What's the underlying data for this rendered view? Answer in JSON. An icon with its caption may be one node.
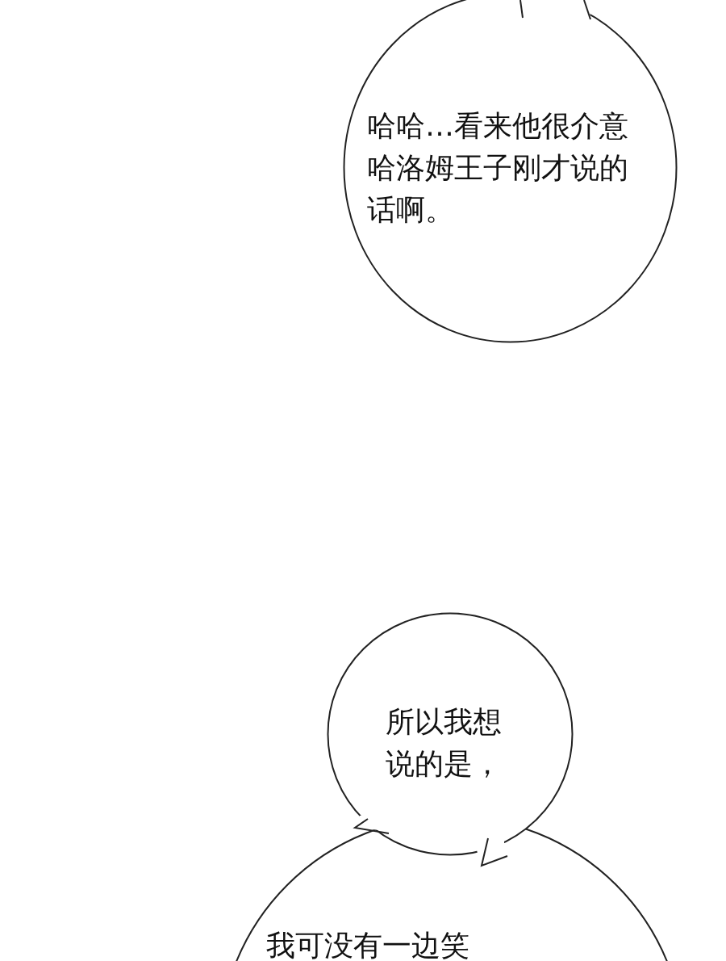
{
  "diagram": {
    "nodes": [
      {
        "text": [
          "哈哈…看来他很介意哈洛姆王子刚才说的话啊。"
        ]
      },
      {
        "text": [
          "所以我想说的是，"
        ]
      },
      {
        "text": [
          "我可没有一边笑"
        ]
      }
    ]
  }
}
